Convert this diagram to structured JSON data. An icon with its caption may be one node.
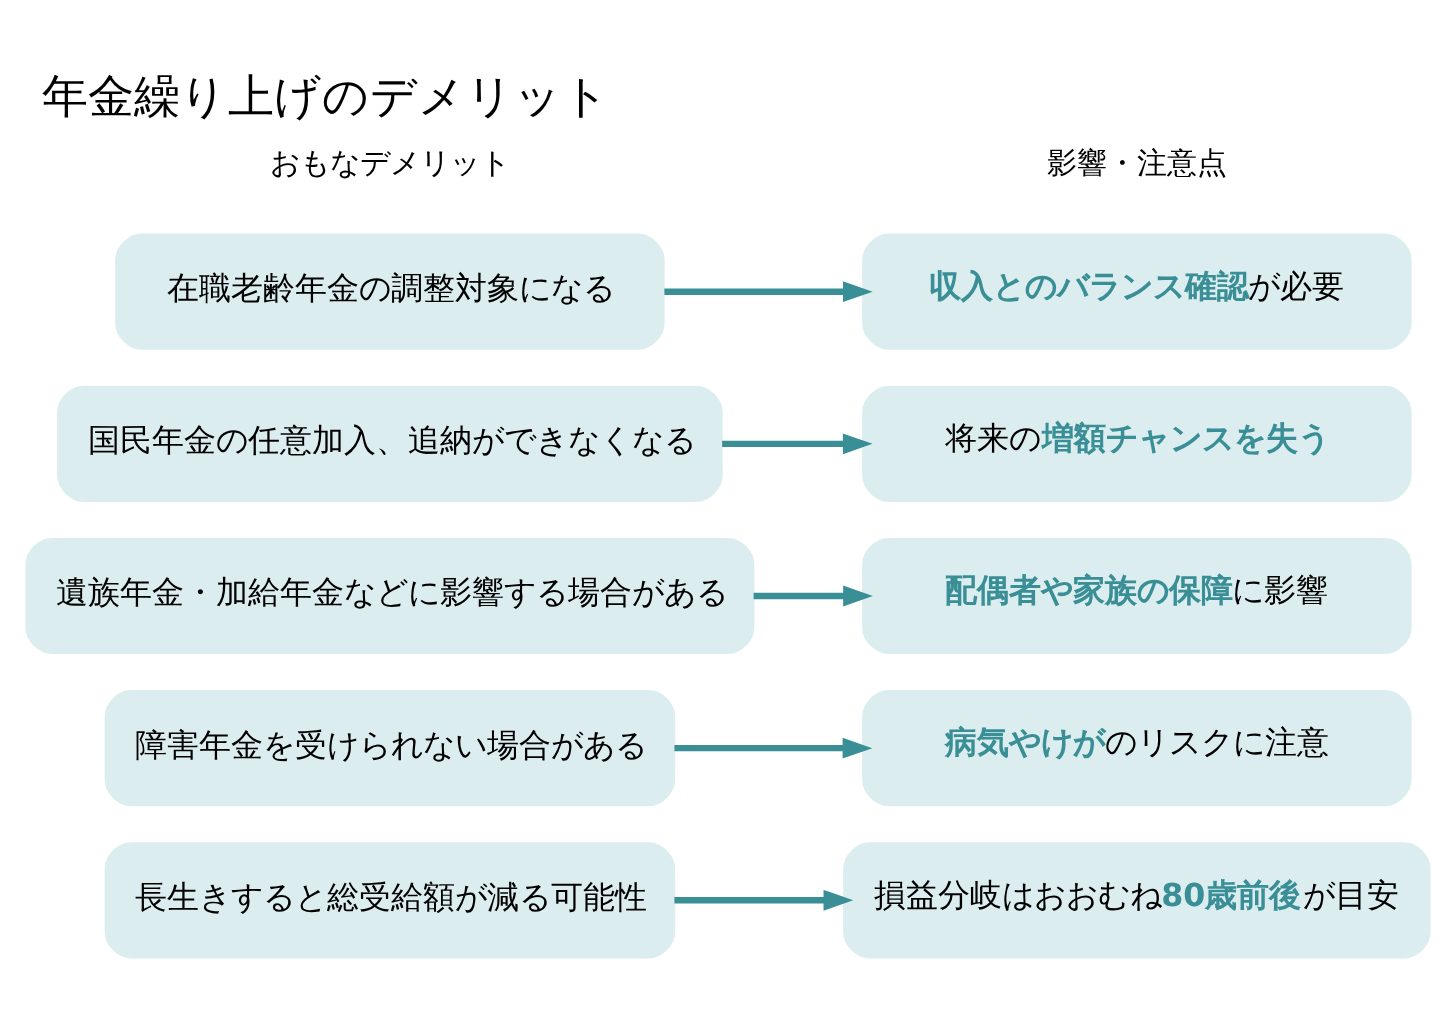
{
  "diagram": {
    "title": "年金繰り上げのデメリット",
    "nodes": [
      {
        "text": [
          "長生きすると総受給額が減る可能性"
        ]
      },
      {
        "text": [
          "損益分岐はおおむね**80歳前後**が目安"
        ]
      },
      {
        "text": [
          "障害年金を受けられない場合がある"
        ]
      },
      {
        "text": [
          "**病気やけが**のリスクに注意"
        ]
      },
      {
        "text": [
          "遺族年金・加給年金などに影響する場合がある"
        ]
      },
      {
        "text": [
          "**配偶者や家族の保障**に影響"
        ]
      },
      {
        "text": [
          "国民年金の任意加入、追納ができなくなる"
        ]
      },
      {
        "text": [
          "将来の**増額チャンスを失う**"
        ]
      },
      {
        "text": [
          "在職老齢年金の調整対象になる"
        ]
      },
      {
        "text": [
          "**収入とのバランス確認**が必要"
        ]
      }
    ],
    "edges": [
      {
        "from": 0,
        "to": 1,
        "arrow": "to"
      },
      {
        "from": 2,
        "to": 3,
        "arrow": "to"
      },
      {
        "from": 4,
        "to": 5,
        "arrow": "to"
      },
      {
        "from": 6,
        "to": 7,
        "arrow": "to"
      },
      {
        "from": 8,
        "to": 9,
        "arrow": "to"
      }
    ],
    "labels": [
      "おもなデメリット",
      "影響・注意点"
    ]
  }
}
